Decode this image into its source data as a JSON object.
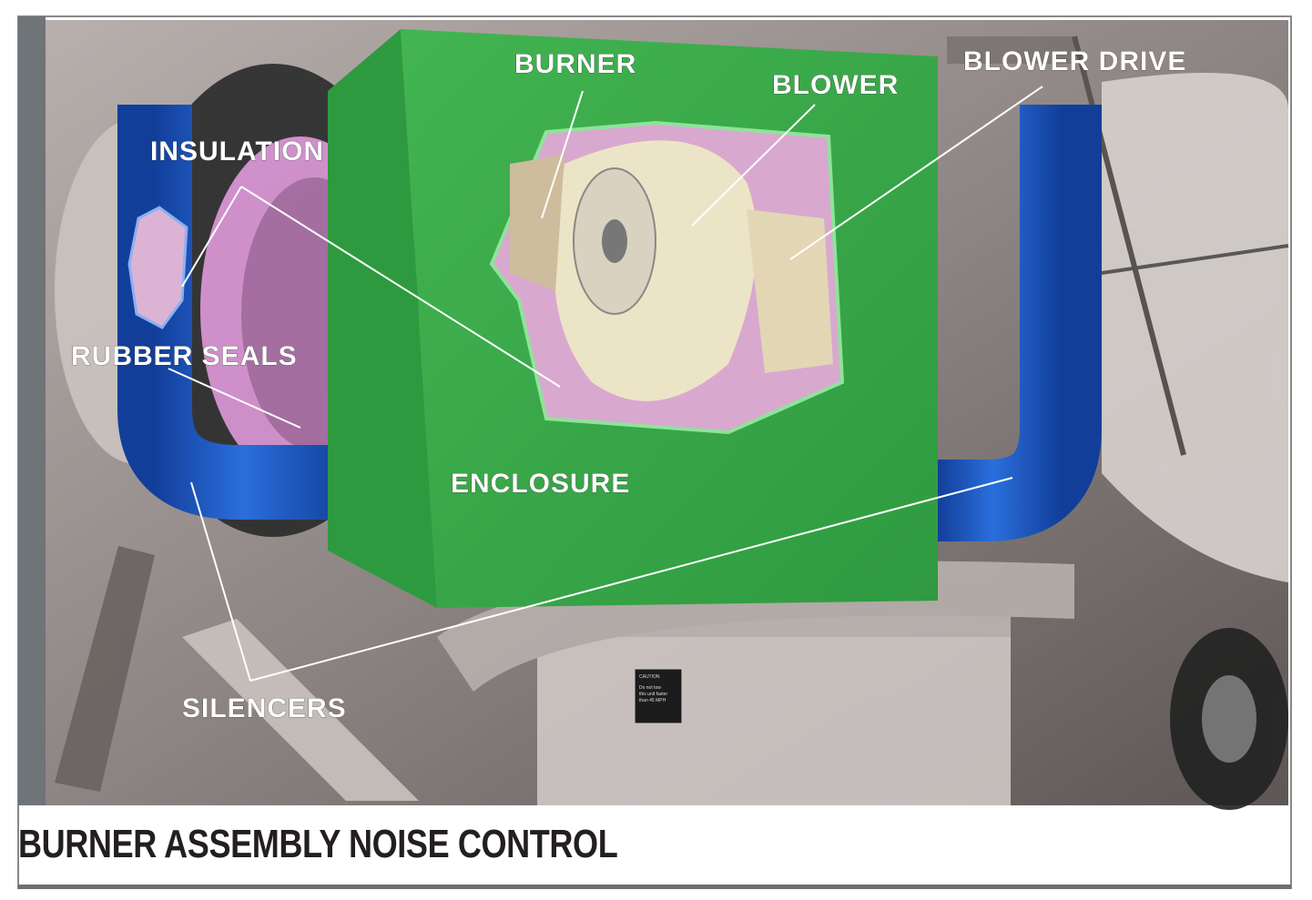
{
  "title": "BURNER ASSEMBLY NOISE CONTROL",
  "labels": {
    "burner": "BURNER",
    "blower": "BLOWER",
    "blower_drive": "BLOWER DRIVE",
    "insulation": "INSULATION",
    "rubber_seals": "RUBBER SEALS",
    "enclosure": "ENCLOSURE",
    "silencers": "SILENCERS"
  },
  "caution_sign": {
    "heading": "CAUTION",
    "line1": "Do not tow",
    "line2": "this unit faster",
    "line3": "than 45 MPH"
  },
  "colors": {
    "enclosure": "#3aa64a",
    "silencers": "#1f5fc8",
    "insulation": "#d48fd0",
    "photo": "#8f8785"
  }
}
